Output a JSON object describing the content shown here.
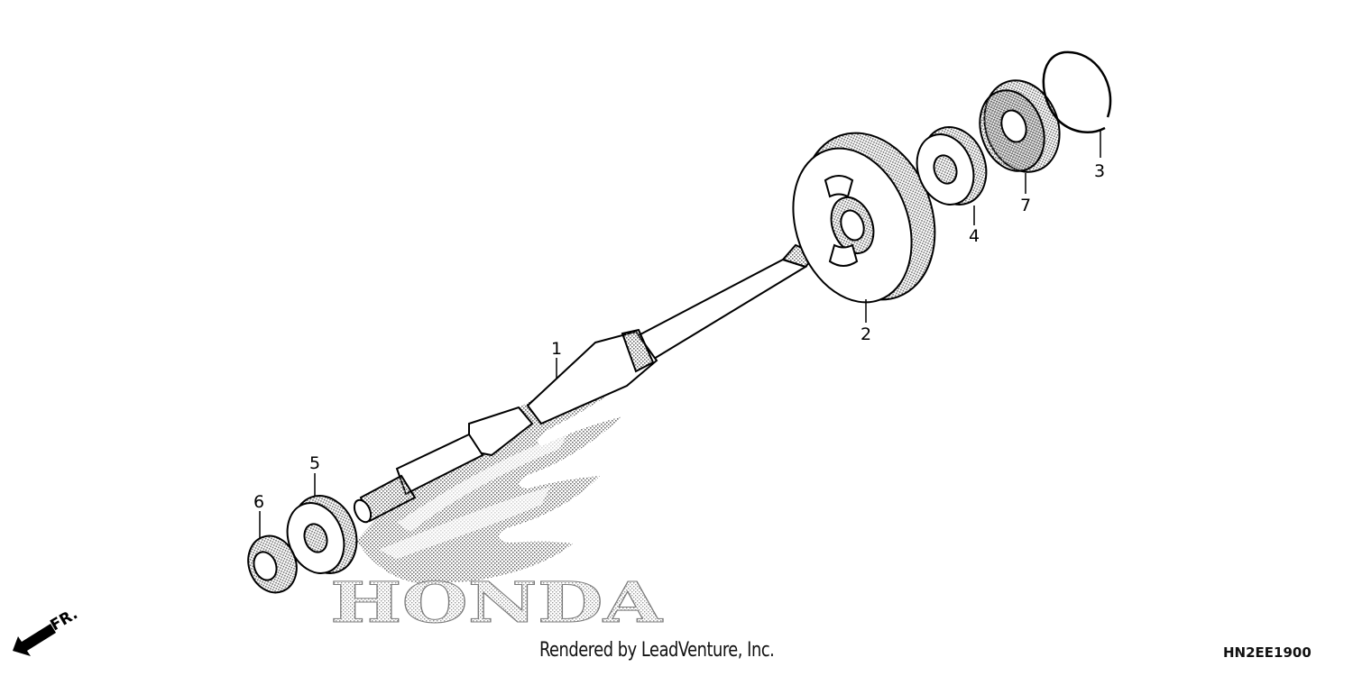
{
  "diagram": {
    "callouts": [
      {
        "id": "1",
        "label": "1"
      },
      {
        "id": "2",
        "label": "2"
      },
      {
        "id": "3",
        "label": "3"
      },
      {
        "id": "4",
        "label": "4"
      },
      {
        "id": "5",
        "label": "5"
      },
      {
        "id": "6",
        "label": "6"
      },
      {
        "id": "7",
        "label": "7"
      }
    ],
    "watermark": "HONDA",
    "direction_label": "FR.",
    "credit": "Rendered by LeadVenture, Inc.",
    "diagram_code": "HN2EE1900"
  },
  "colors": {
    "line": "#000000",
    "background": "#ffffff",
    "stipple": "#6e6e6e",
    "watermark": "#8a8a8a"
  },
  "icons": {
    "front_arrow": "front-direction-arrow-icon",
    "honda_wing": "honda-wing-logo-icon"
  }
}
